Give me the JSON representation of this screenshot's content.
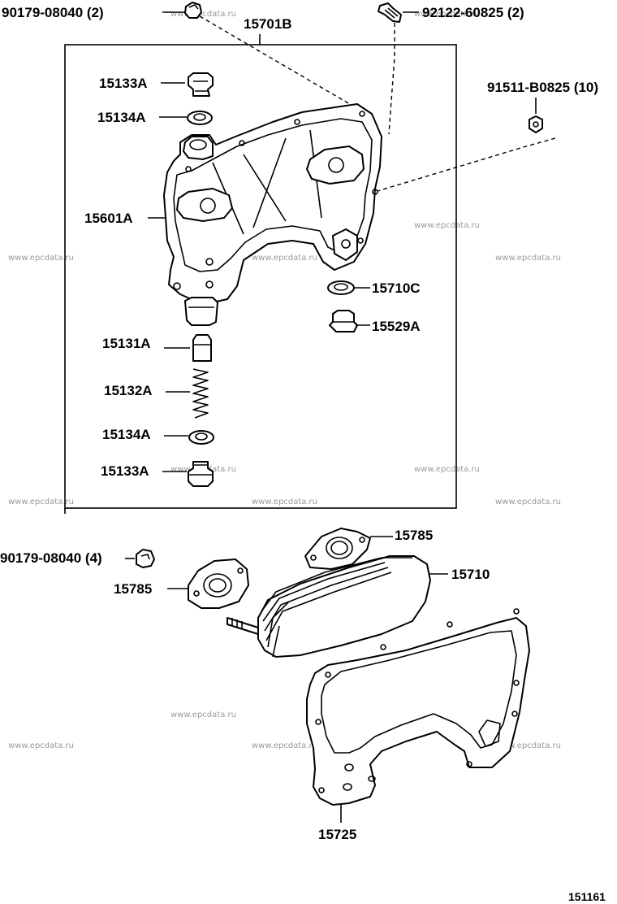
{
  "labels": {
    "bolt_top_left": "90179-08040 (2)",
    "bracket_assy": "15701B",
    "stud_top_right": "92122-60825 (2)",
    "nut_right": "91511-B0825 (10)",
    "plug_top": "15133A",
    "gasket_top": "15134A",
    "cover": "15601A",
    "gasket_right": "15710C",
    "plug_right": "15529A",
    "valve": "15131A",
    "spring": "15132A",
    "gasket_bottom": "15134A",
    "plug_bottom": "15133A",
    "nut_left": "90179-08040 (4)",
    "gasket_upper": "15785",
    "cooler": "15710",
    "gasket_lower": "15785",
    "gasket_cover": "15725"
  },
  "watermark": "www.epcdata.ru",
  "figure_number": "151161"
}
